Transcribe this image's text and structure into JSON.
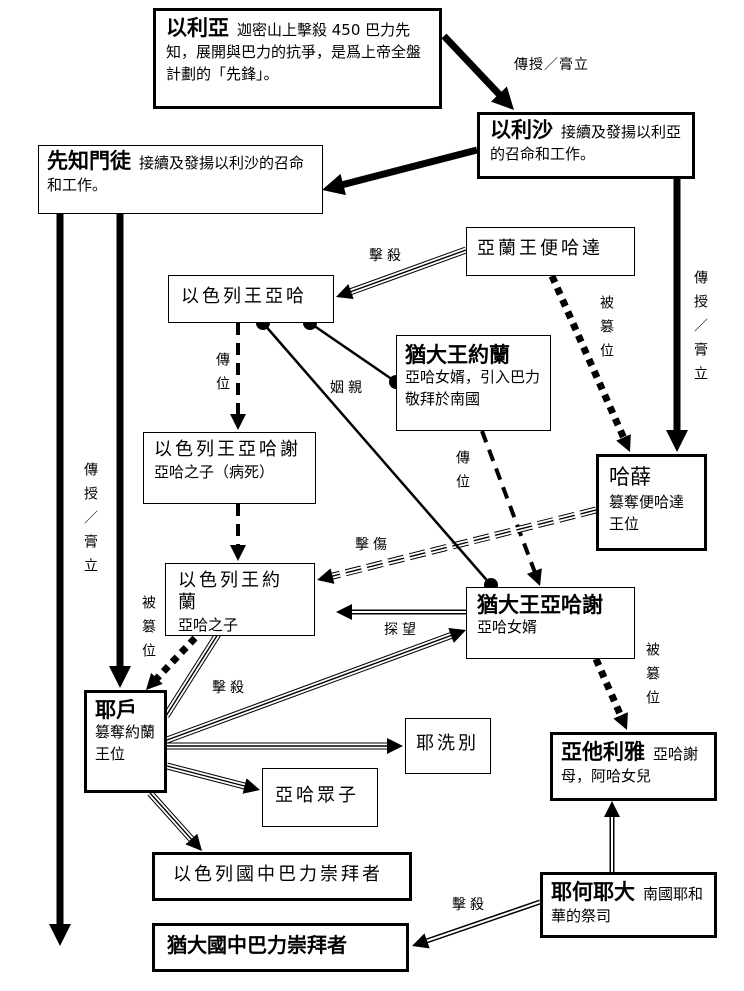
{
  "nodes": {
    "elijah": {
      "name": "以利亞",
      "desc": "迦密山上擊殺 450 巴力先知，展開與巴力的抗爭，是爲上帝全盤計劃的「先鋒」。"
    },
    "elisha": {
      "name": "以利沙",
      "desc": "接續及發揚以利亞的召命和工作。"
    },
    "disciples": {
      "name": "先知門徒",
      "desc": "接續及發揚以利沙的召命和工作。"
    },
    "benhadad": {
      "name": "亞蘭王便哈達"
    },
    "ahab": {
      "name": "以色列王亞哈"
    },
    "jehoram_judah": {
      "name": "猶大王約蘭",
      "desc": "亞哈女婿，引入巴力敬拜於南國"
    },
    "ahaziah_israel": {
      "name": "以色列王亞哈謝",
      "desc": "亞哈之子（病死）"
    },
    "hazael": {
      "name": "哈薛",
      "desc": "篡奪便哈達王位"
    },
    "joram_israel": {
      "name": "以色列王約蘭",
      "desc": "亞哈之子"
    },
    "ahaziah_judah": {
      "name": "猶大王亞哈謝",
      "desc": "亞哈女婿"
    },
    "jehu": {
      "name": "耶戶",
      "desc": "篡奪約蘭王位"
    },
    "jezebel": {
      "name": "耶洗別"
    },
    "ahab_sons": {
      "name": "亞哈眾子"
    },
    "athaliah": {
      "name": "亞他利雅",
      "desc": "亞哈謝母，阿哈女兒"
    },
    "baal_israel": {
      "name": "以色列國中巴力崇拜者"
    },
    "jehoiada": {
      "name": "耶何耶大",
      "desc": "南國耶和華的祭司"
    },
    "baal_judah": {
      "name": "猶大國中巴力崇拜者"
    }
  },
  "edge_labels": {
    "elijah_elisha": "傳授／膏立",
    "elisha_hazael": "傳授／膏立",
    "benhadad_ahab": "擊殺",
    "benhadad_hazael": "被篡位",
    "ahab_ahaziah": "傳位",
    "marriage": "姻親",
    "jehoram_ahaziah": "傳位",
    "hazael_joram": "擊傷",
    "disciples_jehu": "傳授／膏立",
    "joram_jehu": "被篡位",
    "visit": "探望",
    "jehu_kill": "擊殺",
    "ahaziah_athaliah": "被篡位",
    "jehoiada_kill": "擊殺"
  }
}
